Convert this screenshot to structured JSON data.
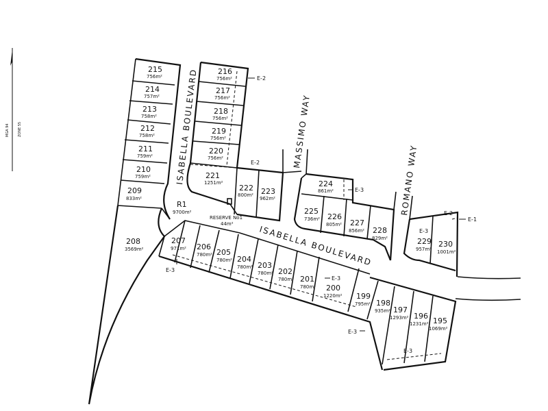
{
  "compass": {
    "grid": "MGA 94",
    "zone": "ZONE 55"
  },
  "roads": {
    "isabella_north": "ISABELLA BOULEVARD",
    "isabella_east": "ISABELLA BOULEVARD",
    "massimo": "MASSIMO WAY",
    "romano": "ROMANO WAY"
  },
  "reserves": {
    "r1_label": "R1",
    "r1_area": "9700m²",
    "reserve1_label": "RESERVE No1",
    "reserve1_area": "44m²"
  },
  "lots": [
    {
      "id": "215",
      "area": "756m²"
    },
    {
      "id": "214",
      "area": "757m²"
    },
    {
      "id": "213",
      "area": "758m²"
    },
    {
      "id": "212",
      "area": "758m²"
    },
    {
      "id": "211",
      "area": "759m²"
    },
    {
      "id": "210",
      "area": "759m²"
    },
    {
      "id": "209",
      "area": "833m²"
    },
    {
      "id": "216",
      "area": "756m²"
    },
    {
      "id": "217",
      "area": "756m²"
    },
    {
      "id": "218",
      "area": "756m²"
    },
    {
      "id": "219",
      "area": "756m²"
    },
    {
      "id": "220",
      "area": "756m²"
    },
    {
      "id": "221",
      "area": "1251m²"
    },
    {
      "id": "222",
      "area": "800m²"
    },
    {
      "id": "223",
      "area": "962m²"
    },
    {
      "id": "224",
      "area": "861m²"
    },
    {
      "id": "225",
      "area": "736m²"
    },
    {
      "id": "226",
      "area": "805m²"
    },
    {
      "id": "227",
      "area": "856m²"
    },
    {
      "id": "228",
      "area": "829m²"
    },
    {
      "id": "229",
      "area": "957m²"
    },
    {
      "id": "230",
      "area": "1001m²"
    },
    {
      "id": "208",
      "area": "3569m²"
    },
    {
      "id": "207",
      "area": "971m²"
    },
    {
      "id": "206",
      "area": "780m²"
    },
    {
      "id": "205",
      "area": "780m²"
    },
    {
      "id": "204",
      "area": "780m²"
    },
    {
      "id": "203",
      "area": "780m²"
    },
    {
      "id": "202",
      "area": "780m²"
    },
    {
      "id": "201",
      "area": "780m²"
    },
    {
      "id": "200",
      "area": "1220m²"
    },
    {
      "id": "199",
      "area": "795m²"
    },
    {
      "id": "198",
      "area": "935m²"
    },
    {
      "id": "197",
      "area": "1293m²"
    },
    {
      "id": "196",
      "area": "1231m²"
    },
    {
      "id": "195",
      "area": "1069m²"
    }
  ],
  "easements": {
    "e2": "E-2",
    "e3": "E-3",
    "e1": "E-1"
  }
}
